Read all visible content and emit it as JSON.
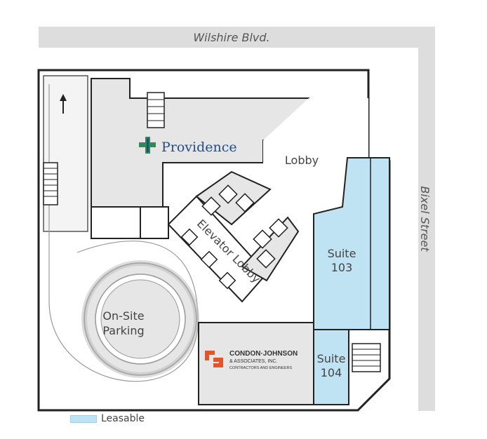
{
  "streets": {
    "north": "Wilshire Blvd.",
    "east": "Bixel Street"
  },
  "spaces": {
    "lobby": "Lobby",
    "elevator_lobby": "Elevator Lobby",
    "parking_line1": "On-Site",
    "parking_line2": "Parking",
    "suite103_line1": "Suite",
    "suite103_line2": "103",
    "suite104_line1": "Suite",
    "suite104_line2": "104"
  },
  "tenants": {
    "providence": "Providence",
    "condon_main": "CONDON·JOHNSON",
    "condon_sub": "& ASSOCIATES, INC.",
    "condon_tag": "CONTRACTORS AND ENGINEERS"
  },
  "legend": {
    "label": "Leasable",
    "color": "#bfe3f3"
  },
  "colors": {
    "building": "#e6e6e6",
    "leasable": "#bfe3f3",
    "wall": "#222222",
    "street": "#dddddd",
    "providence_green": "#2e8b57",
    "providence_blue": "#1f4e8c",
    "condon_orange": "#e2552b"
  },
  "icons": {
    "north_arrow": "arrow-up-icon"
  }
}
